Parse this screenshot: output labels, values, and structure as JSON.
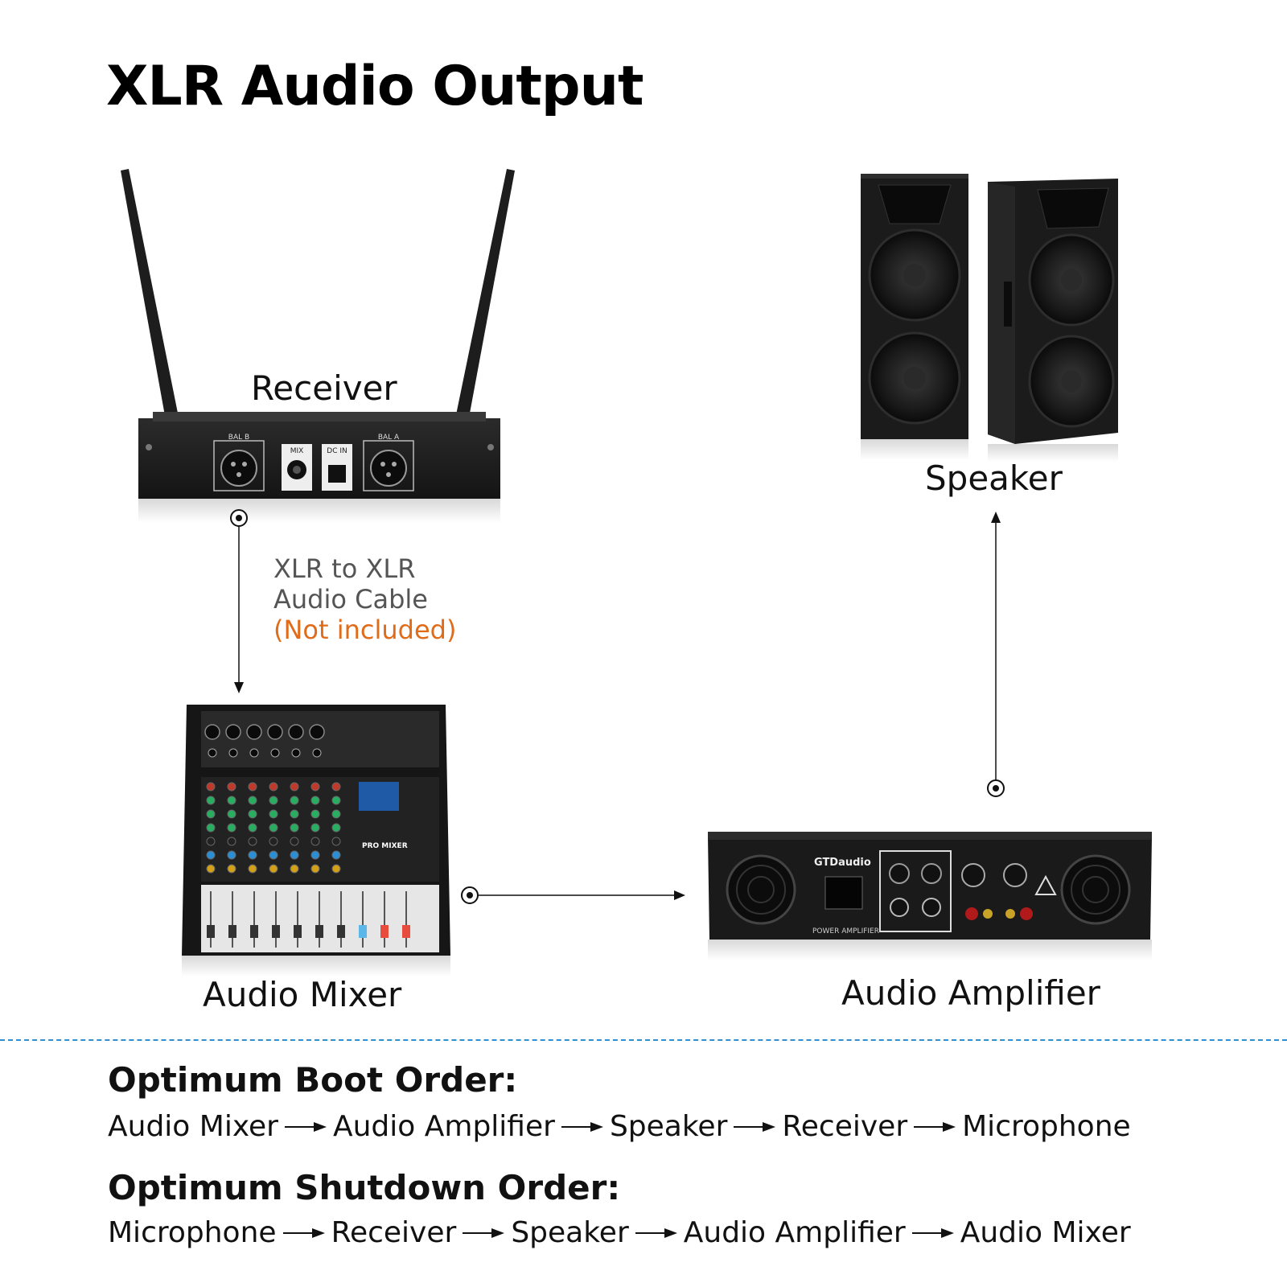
{
  "title": "XLR Audio Output",
  "devices": {
    "receiver": "Receiver",
    "speaker": "Speaker",
    "mixer": "Audio Mixer",
    "amplifier": "Audio Amplifier"
  },
  "receiver_ports": [
    "BAL B",
    "MIX",
    "DC IN",
    "BAL A"
  ],
  "mixer_brand": "PRO MIXER",
  "amp_brand": "GTDaudio",
  "amp_panel_label": "POWER AMPLIFIER",
  "cable": {
    "line1": "XLR to XLR",
    "line2": "Audio Cable",
    "note": "(Not included)"
  },
  "boot": {
    "heading": "Optimum Boot Order:",
    "steps": [
      "Audio Mixer",
      "Audio Amplifier",
      "Speaker",
      "Receiver",
      "Microphone"
    ]
  },
  "shutdown": {
    "heading": "Optimum Shutdown Order:",
    "steps": [
      "Microphone",
      "Receiver",
      "Speaker",
      "Audio Amplifier",
      "Audio Mixer"
    ]
  },
  "colors": {
    "separator": "#2f8fd0",
    "note": "#e06c1a"
  }
}
